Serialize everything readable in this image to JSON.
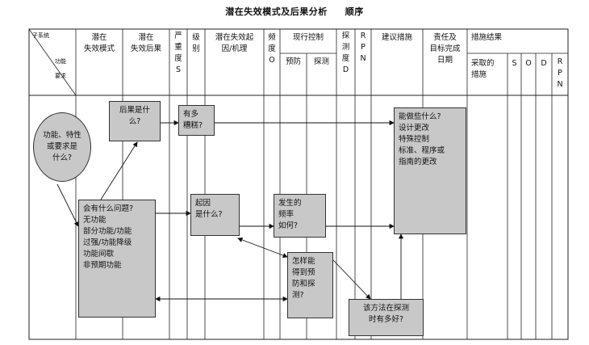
{
  "title": {
    "main": "潜在失效模式及后果分析",
    "sub": "顺序"
  },
  "header": {
    "subsystem": "子系统",
    "function": "功能",
    "requirement": "要求",
    "failure_mode": "潜在\n失效模式",
    "failure_effect": "潜在\n失效后果",
    "severity": "严\n重\n度\nS",
    "class": "级\n别",
    "cause": "潜在失效起\n因/机理",
    "occurrence": "频\n度\nO",
    "current_control": "现行控制",
    "prevention": "预防",
    "detection": "探测",
    "detection_rating": "探\n测\n度\nD",
    "rpn": "R\nP\nN",
    "recommended_action": "建议措施",
    "responsibility": "责任及\n目标完成\n日期",
    "action_results": "措施结果",
    "action_taken": "采取的\n措施",
    "s": "S",
    "o": "O",
    "d": "D",
    "rpn_result": "R\nP\nN"
  },
  "flow": {
    "circle_text": "功能、特性\n或要求是\n什么?",
    "effect_box": "后果是什\n么?",
    "severity_box": "有多\n糟糕?",
    "problem_box": "会有什么问题?\n无功能\n部分功能/功能\n过强/功能降级\n功能间歇\n非预期功能",
    "cause_box": "起因\n是什么?",
    "frequency_box": "发生的\n频率\n如何?",
    "prevent_box": "怎样能\n得到预\n防和探\n测?",
    "method_box": "该方法在探测\n时有多好?",
    "action_box": "能做些什么?\n设计更改\n特殊控制\n标准、程序或\n指南的更改"
  }
}
